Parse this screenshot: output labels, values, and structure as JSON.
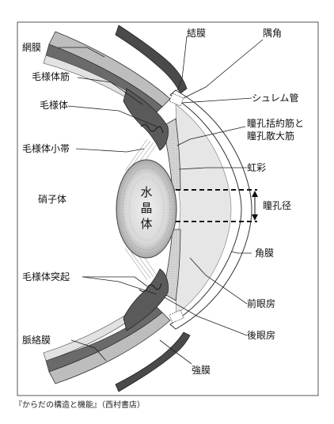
{
  "labels": {
    "retina": "網膜",
    "ciliary_muscle": "毛様体筋",
    "ciliary_body": "毛様体",
    "zonule": "毛様体小帯",
    "vitreous": "硝子体",
    "lens_1": "水",
    "lens_2": "晶",
    "lens_3": "体",
    "ciliary_process": "毛様体突起",
    "choroid": "脈絡膜",
    "conjunctiva": "結膜",
    "angle": "隅角",
    "schlemm": "シュレム管",
    "pupil_muscles_1": "瞳孔括約筋と",
    "pupil_muscles_2": "瞳孔散大筋",
    "iris": "虹彩",
    "pupil_diameter": "瞳孔径",
    "cornea": "角膜",
    "anterior_chamber": "前眼房",
    "posterior_chamber": "後眼房",
    "sclera": "強膜"
  },
  "caption": "『からだの構造と機能』（西村書店）"
}
